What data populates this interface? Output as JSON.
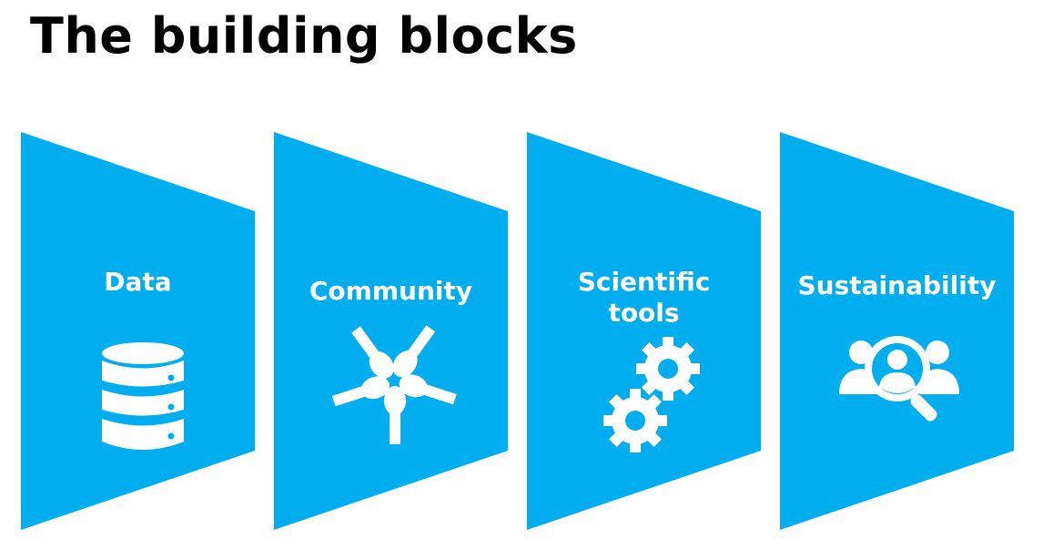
{
  "title": "The building blocks",
  "color": "#00AEEF",
  "blocks": [
    {
      "label": "Data",
      "icon": "database-icon"
    },
    {
      "label": "Community",
      "icon": "hands-together-icon"
    },
    {
      "label_lines": [
        "Scientific",
        "tools"
      ],
      "icon": "gears-icon"
    },
    {
      "label": "Sustainability",
      "icon": "people-search-icon"
    }
  ]
}
